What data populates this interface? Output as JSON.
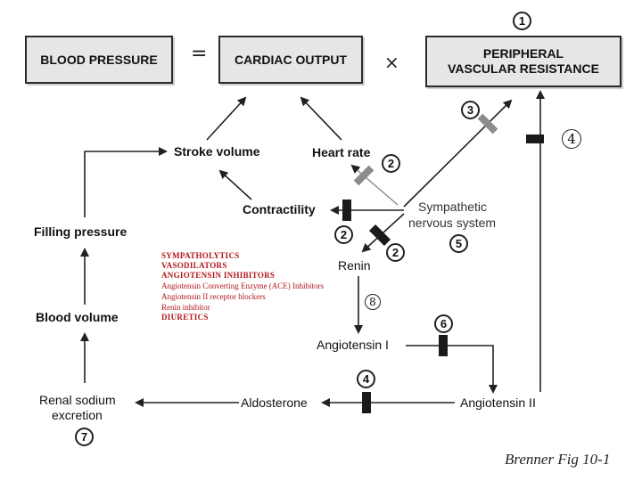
{
  "boxes": {
    "blood_pressure": "BLOOD PRESSURE",
    "cardiac_output": "CARDIAC OUTPUT",
    "pvr_line1": "PERIPHERAL",
    "pvr_line2": "VASCULAR RESISTANCE"
  },
  "operators": {
    "equals": "=",
    "times": "×"
  },
  "nodes": {
    "stroke_volume": "Stroke volume",
    "heart_rate": "Heart rate",
    "contractility": "Contractility",
    "sympathetic_line1": "Sympathetic",
    "sympathetic_line2": "nervous system",
    "filling_pressure": "Filling pressure",
    "blood_volume": "Blood volume",
    "renin": "Renin",
    "angiotensin_1": "Angiotensin I",
    "angiotensin_2": "Angiotensin II",
    "aldosterone": "Aldosterone",
    "renal_line1": "Renal sodium",
    "renal_line2": "excretion"
  },
  "markers": {
    "m1": "1",
    "m2a": "2",
    "m2b": "2",
    "m2c": "2",
    "m3": "3",
    "m4_top": "4",
    "m4_bottom": "4",
    "m5": "5",
    "m6": "6",
    "m7": "7",
    "m8": "8"
  },
  "drug_classes": [
    "SYMPATHOLYTICS",
    "VASODILATORS",
    "ANGIOTENSIN INHIBITORS",
    "Angiotensin Converting Enzyme (ACE) Inhibitors",
    "Angiotensin II receptor blockers",
    "Renin inhibitor",
    "DIURETICS"
  ],
  "caption": "Brenner Fig 10-1",
  "colors": {
    "drug_text": "#b3161b",
    "box_fill": "#e6e6e6",
    "arrow": "#222222",
    "block_dark": "#1a1a1a",
    "block_grey": "#8c8c8c"
  }
}
